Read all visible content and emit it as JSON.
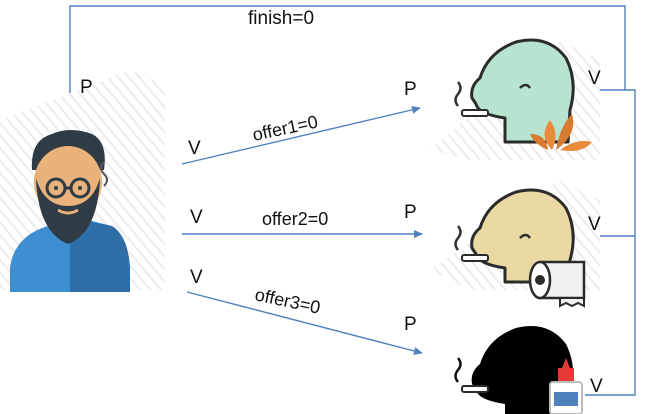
{
  "labels": {
    "finish": "finish=0",
    "offer1": "offer1=0",
    "offer2": "offer2=0",
    "offer3": "offer3=0",
    "p_agent": "P",
    "v_offer1": "V",
    "v_offer2": "V",
    "v_offer3": "V",
    "p_smoker1": "P",
    "p_smoker2": "P",
    "p_smoker3": "P",
    "v_smoker1": "V",
    "v_smoker2": "V",
    "v_smoker3": "V"
  },
  "colors": {
    "arrow": "#4f81bd",
    "agent_shirt": "#3d8fd1",
    "agent_shirt_dark": "#2e6fa8",
    "agent_skin": "#e8b27a",
    "agent_beard": "#2f3b45",
    "smoker1_face": "#b7e4cf",
    "smoker2_face": "#ead9a3",
    "smoker3_face": "#000000",
    "tobacco_leaf": "#e9893a",
    "paper_roll": "#f0f0f0",
    "match_glue": "#e53935",
    "outline": "#2b2b2b"
  },
  "icons": {
    "agent": "bearded-man-with-glasses-icon",
    "smoker1": "smoker-head-with-tobacco-icon",
    "smoker2": "smoker-head-with-paper-roll-icon",
    "smoker3": "smoker-head-with-glue-bottle-icon"
  }
}
